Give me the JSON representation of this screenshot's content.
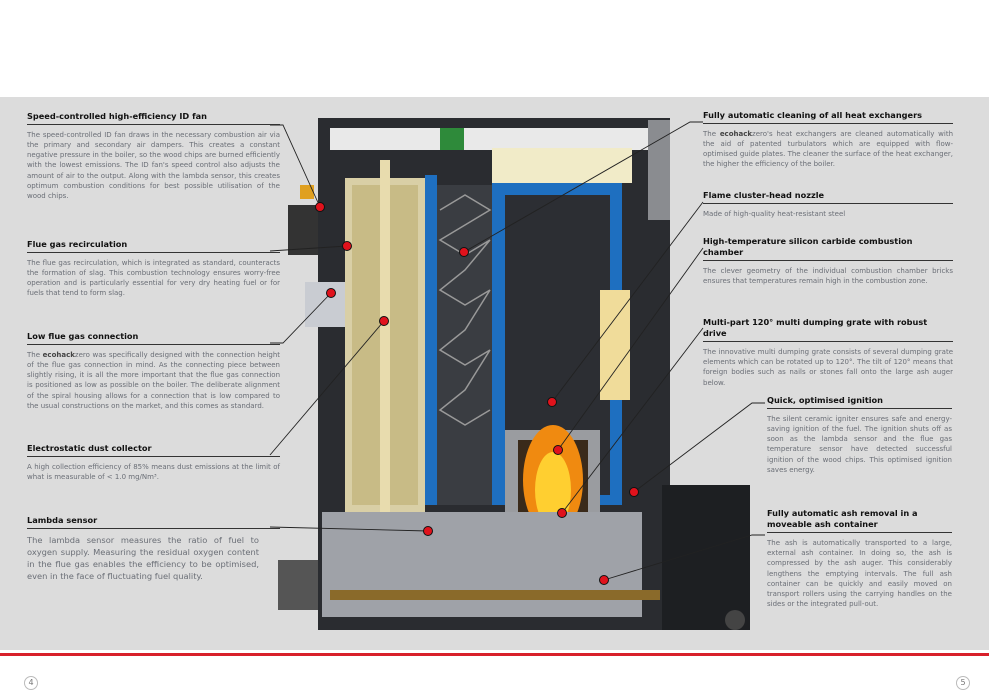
{
  "left": [
    {
      "title": "Speed-controlled high-efficiency ID fan",
      "body": "The speed-controlled ID fan draws in the necessary combustion air via the primary and secondary air dampers. This creates a constant negative pressure in the boiler, so the wood chips are burned efficiently with the lowest emissions. The ID fan's speed control also adjusts the amount of air to the output. Along with the lambda sensor, this creates optimum combustion conditions for best possible utilisation of the wood chips."
    },
    {
      "title": "Flue gas recirculation",
      "body": "The flue gas recirculation, which is integrated as standard, counteracts the formation of slag. This combustion technology ensures worry-free operation and is particularly essential for very dry heating fuel or for fuels that tend to form slag."
    },
    {
      "title": "Low flue gas connection",
      "brand": "ecohack",
      "brand_suffix": "zero",
      "body": " was specifically designed with the connection height of the flue gas connection in mind. As the connecting piece between slightly rising, it is all the more important that the flue gas connection is positioned as low as possible on the boiler. The deliberate alignment of the spiral housing allows for a connection that is low compared to the usual constructions on the market, and this comes as standard.",
      "prefix": "The "
    },
    {
      "title": "Electrostatic dust collector",
      "body": "A high collection efficiency of 85% means dust emissions at the limit of what is measurable of < 1.0 mg/Nm³."
    },
    {
      "title": "Lambda sensor",
      "body": "The lambda sensor measures the ratio of fuel to oxygen supply. Measuring the residual oxygen content in the flue gas enables the efficiency to be optimised, even in the face of fluctuating fuel quality."
    }
  ],
  "right": [
    {
      "title": "Fully automatic cleaning of all heat exchangers",
      "prefix": "The ",
      "brand": "ecohack",
      "brand_suffix": "zero's",
      "body": " heat exchangers are cleaned automatically with the aid of patented turbulators which are equipped with flow-optimised guide plates. The cleaner the surface of the heat exchanger, the higher the efficiency of the boiler."
    },
    {
      "title": "Flame cluster-head nozzle",
      "body": "Made of high-quality heat-resistant steel"
    },
    {
      "title": "High-temperature silicon carbide combustion chamber",
      "body": "The clever geometry of the individual combustion chamber bricks ensures that temperatures remain high in the combustion zone."
    },
    {
      "title": "Multi-part 120° multi dumping grate with robust drive",
      "body": "The innovative multi dumping grate consists of several dumping grate elements which can be rotated up to 120°. The tilt of 120° means that foreign bodies such as nails or stones fall onto the large ash auger below."
    },
    {
      "title": "Quick, optimised ignition",
      "body": "The silent ceramic igniter ensures safe and energy-saving ignition of the fuel. The ignition shuts off as soon as the lambda sensor and the flue gas temperature sensor have detected successful ignition of the wood chips. This optimised ignition saves energy."
    },
    {
      "title": "Fully automatic ash removal in a moveable ash container",
      "body": "The ash is automatically transported to a large, external ash container. In doing so, the ash is compressed by the ash auger. This considerably lengthens the emptying intervals. The full ash container can be quickly and easily moved on transport rollers using the carrying handles on the sides or the integrated pull-out."
    }
  ],
  "pages": {
    "left": "4",
    "right": "5"
  },
  "colors": {
    "accent": "#d8202a",
    "band": "#dcdcdc",
    "blue": "#1e6fc0"
  }
}
